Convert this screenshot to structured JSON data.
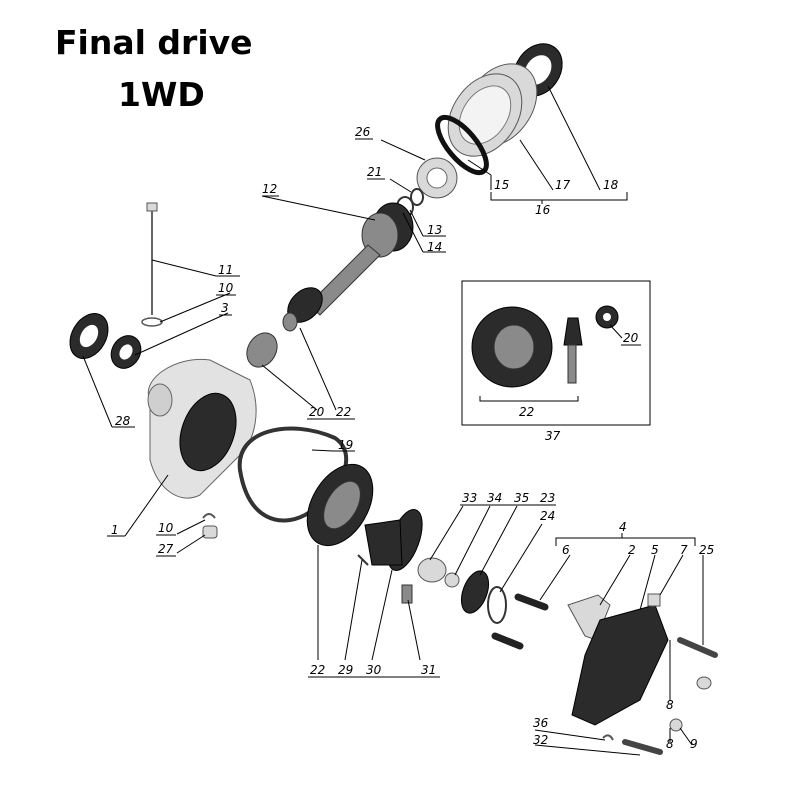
{
  "title": {
    "line1": "Final drive",
    "line2": "1WD"
  },
  "labels": {
    "p1": "1",
    "p2": "2",
    "p3": "3",
    "p4": "4",
    "p5": "5",
    "p6": "6",
    "p7": "7",
    "p8a": "8",
    "p8b": "8",
    "p9": "9",
    "p10a": "10",
    "p10b": "10",
    "p11": "11",
    "p12": "12",
    "p13": "13",
    "p14": "14",
    "p15": "15",
    "p16": "16",
    "p17": "17",
    "p18": "18",
    "p19": "19",
    "p20a": "20",
    "p20b": "20",
    "p21": "21",
    "p22a": "22",
    "p22b": "22",
    "p22c": "22",
    "p23": "23",
    "p24": "24",
    "p25": "25",
    "p26": "26",
    "p27": "27",
    "p28": "28",
    "p29": "29",
    "p30": "30",
    "p31": "31",
    "p32": "32",
    "p33": "33",
    "p34": "34",
    "p35": "35",
    "p36": "36",
    "p37": "37"
  }
}
